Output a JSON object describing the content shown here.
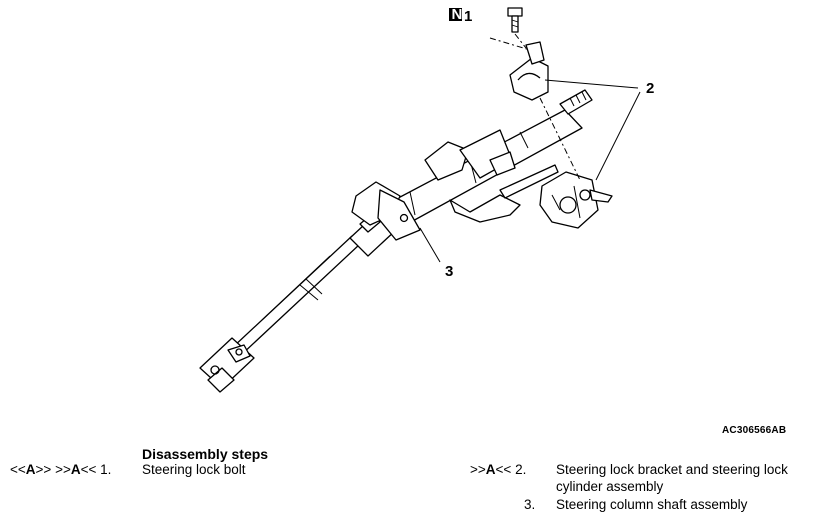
{
  "callouts": {
    "badge": "N",
    "c1": "1",
    "c2": "2",
    "c3": "3"
  },
  "figure_ref": "AC306566AB",
  "heading": "Disassembly steps",
  "steps": [
    {
      "mark_a": "<<",
      "mark_a_bold": "A",
      "mark_a_end": ">>",
      "mark_b": ">>",
      "mark_b_bold": "A",
      "mark_b_end": "<<",
      "number": "1.",
      "text": "Steering lock bolt"
    },
    {
      "mark_b": ">>",
      "mark_b_bold": "A",
      "mark_b_end": "<<",
      "number": "2.",
      "text_line1": "Steering lock bracket and steering lock",
      "text_line2": "cylinder assembly"
    },
    {
      "number": "3.",
      "text": "Steering column shaft assembly"
    }
  ]
}
